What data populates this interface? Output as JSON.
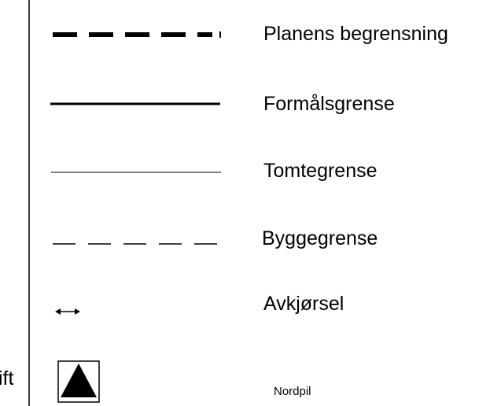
{
  "legend": {
    "items": [
      {
        "id": "planens-begrensning",
        "label": "Planens begrensning",
        "symbol": "thick-dashed-line"
      },
      {
        "id": "formalsgrense",
        "label": "Formålsgrense",
        "symbol": "thick-solid-line"
      },
      {
        "id": "tomtegrense",
        "label": "Tomtegrense",
        "symbol": "thin-solid-line"
      },
      {
        "id": "byggegrense",
        "label": "Byggegrense",
        "symbol": "thin-dashed-line"
      },
      {
        "id": "avkjorsel",
        "label": "Avkjørsel",
        "symbol": "double-arrow"
      },
      {
        "id": "nordpil",
        "label": "Nordpil",
        "symbol": "triangle-in-square"
      }
    ],
    "left_fragment": "ift"
  },
  "colors": {
    "line": "#000000",
    "background": "#ffffff"
  }
}
